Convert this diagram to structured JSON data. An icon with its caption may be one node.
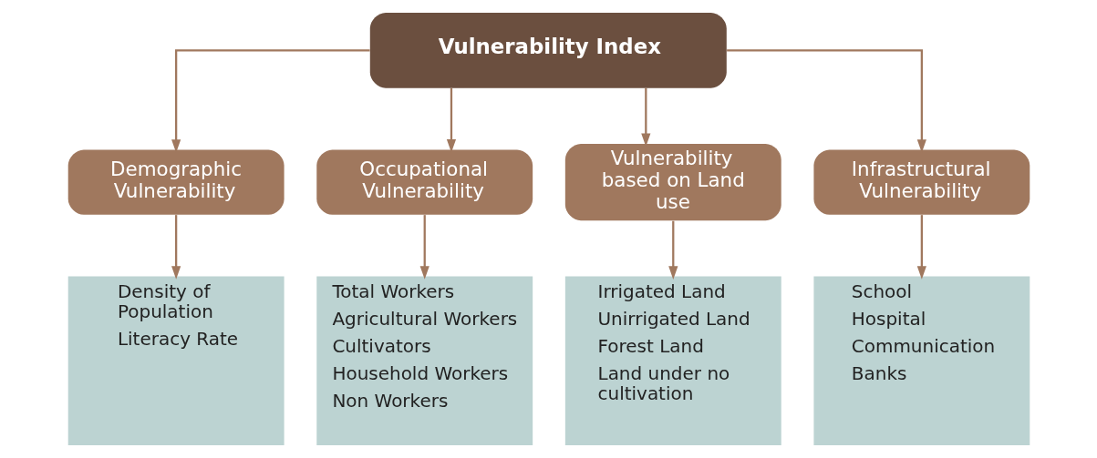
{
  "diagram": {
    "nodes": [
      {
        "text": [
          "Vulnerability Index"
        ]
      },
      {
        "text": [
          "Demographic Vulnerability"
        ]
      },
      {
        "text": [
          "Occupational Vulnerability"
        ]
      },
      {
        "text": [
          "Vulnerability based on Land use"
        ]
      },
      {
        "text": [
          "Infrastructural Vulnerability"
        ]
      },
      {
        "text": [
          "Density of Population",
          "Literacy Rate"
        ]
      },
      {
        "text": [
          "Total Workers",
          "Agricultural Workers",
          "Cultivators",
          "Household Workers",
          "Non Workers"
        ]
      },
      {
        "text": [
          "Irrigated Land",
          "Unirrigated Land",
          "Forest Land",
          "Land under no cultivation"
        ]
      },
      {
        "text": [
          "School",
          "Hospital",
          "Communication",
          "Banks"
        ]
      }
    ],
    "edges": [
      {
        "from": 0,
        "to": 1,
        "arrow": "to"
      },
      {
        "from": 0,
        "to": 2,
        "arrow": "to"
      },
      {
        "from": 0,
        "to": 3,
        "arrow": "to"
      },
      {
        "from": 0,
        "to": 4,
        "arrow": "to"
      },
      {
        "from": 1,
        "to": 5,
        "arrow": "to"
      },
      {
        "from": 2,
        "to": 6,
        "arrow": "to"
      },
      {
        "from": 3,
        "to": 7,
        "arrow": "to"
      },
      {
        "from": 4,
        "to": 8,
        "arrow": "to"
      }
    ]
  }
}
